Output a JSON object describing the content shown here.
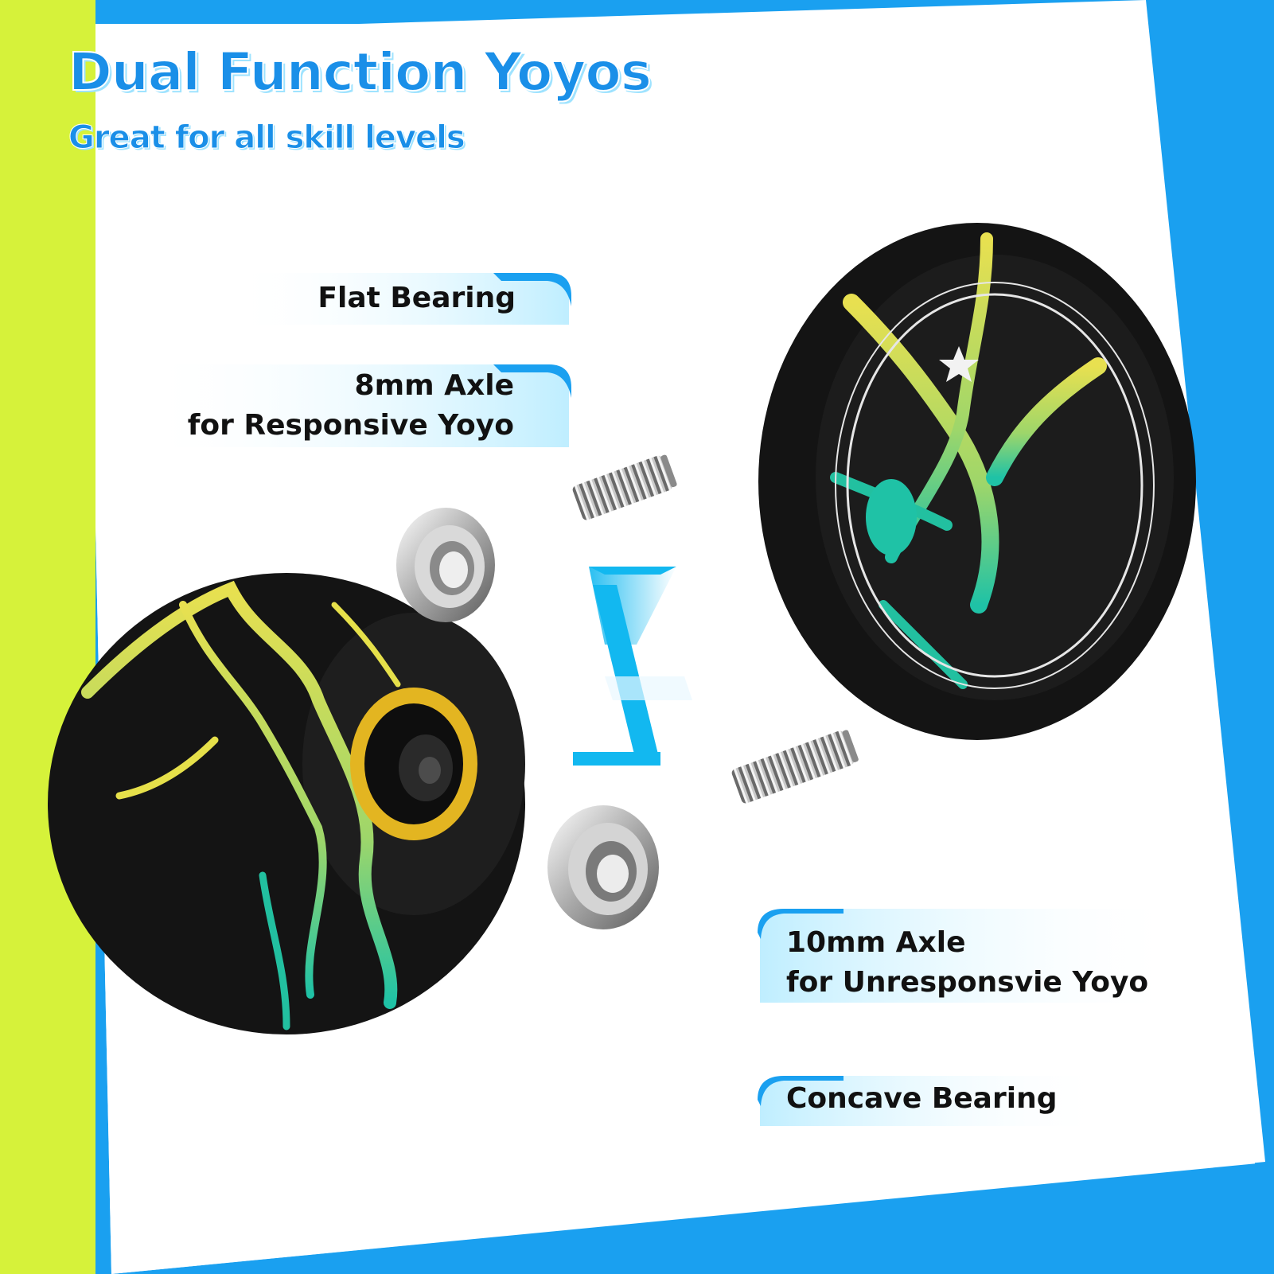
{
  "headline": "Dual Function Yoyos",
  "subheadline": "Great for all skill levels",
  "features": {
    "flat_bearing": "Flat Bearing",
    "axle_8mm": "8mm Axle",
    "axle_8mm_use": "for Responsive Yoyo",
    "axle_10mm": "10mm Axle",
    "axle_10mm_use": "for Unresponsvie Yoyo",
    "concave_bearing": "Concave Bearing"
  },
  "colors": {
    "accent_blue": "#1aa0f0",
    "cyan": "#12b8f0",
    "lime": "#d6f23a",
    "yoyo_black": "#141414",
    "splash_yellow": "#e6e04a",
    "splash_green": "#22c0a0"
  }
}
